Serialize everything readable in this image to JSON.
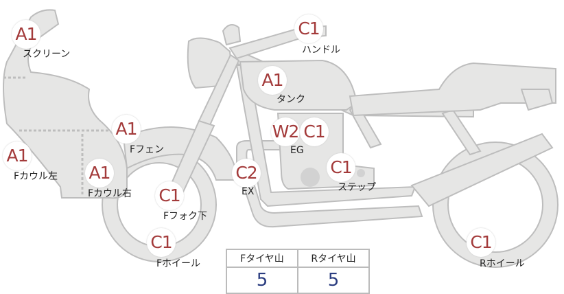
{
  "parts": [
    {
      "id": "screen",
      "grade": "A1",
      "label": "スクリーン"
    },
    {
      "id": "tank",
      "grade": "A1",
      "label": "タンク"
    },
    {
      "id": "handle",
      "grade": "C1",
      "label": "ハンドル"
    },
    {
      "id": "f-fender",
      "grade": "A1",
      "label": "Fフェン"
    },
    {
      "id": "f-cowl-left",
      "grade": "A1",
      "label": "Fカウル左"
    },
    {
      "id": "f-cowl-right",
      "grade": "A1",
      "label": "Fカウル右"
    },
    {
      "id": "engine",
      "grade": "W2",
      "grade2": "C1",
      "label": "EG"
    },
    {
      "id": "exhaust",
      "grade": "C2",
      "label": "EX"
    },
    {
      "id": "step",
      "grade": "C1",
      "label": "ステップ"
    },
    {
      "id": "f-fork-lower",
      "grade": "C1",
      "label": "Fフォク下"
    },
    {
      "id": "f-wheel",
      "grade": "C1",
      "label": "Fホイール"
    },
    {
      "id": "r-wheel",
      "grade": "C1",
      "label": "Rホイール"
    }
  ],
  "tires": {
    "headers": [
      "Fタイヤ山",
      "Rタイヤ山"
    ],
    "values": [
      "5",
      "5"
    ]
  },
  "colors": {
    "part_fill": "#e6e6e5",
    "grade_text": "#a33a3a",
    "tire_value": "#2b3d80"
  }
}
